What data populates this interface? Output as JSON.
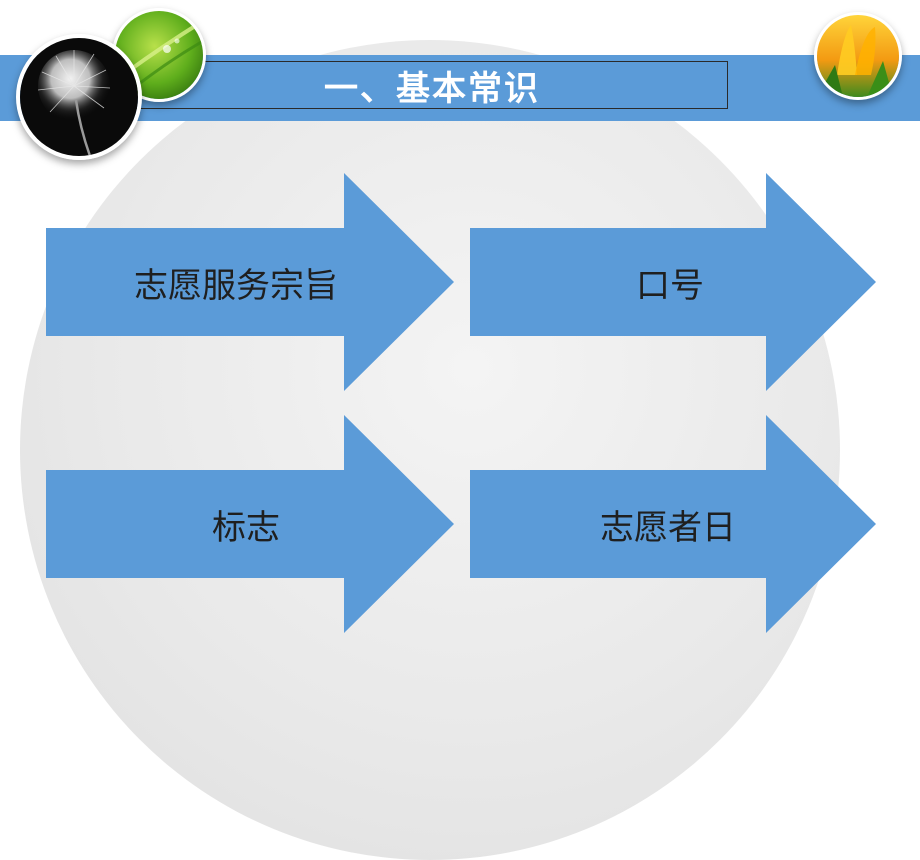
{
  "slide": {
    "title": "一、基本常识",
    "items": [
      {
        "label": "志愿服务宗旨"
      },
      {
        "label": "口号"
      },
      {
        "label": "标志"
      },
      {
        "label": "志愿者日"
      }
    ]
  },
  "colors": {
    "accent_blue": "#5b9bd8",
    "arrow_fill": "#5b9bd8",
    "text": "#1f1f1f",
    "title_text": "#ffffff"
  },
  "decorations": {
    "left_image": "dandelion-photo",
    "green_image": "green-leaf-photo",
    "right_image": "tulip-photo"
  }
}
